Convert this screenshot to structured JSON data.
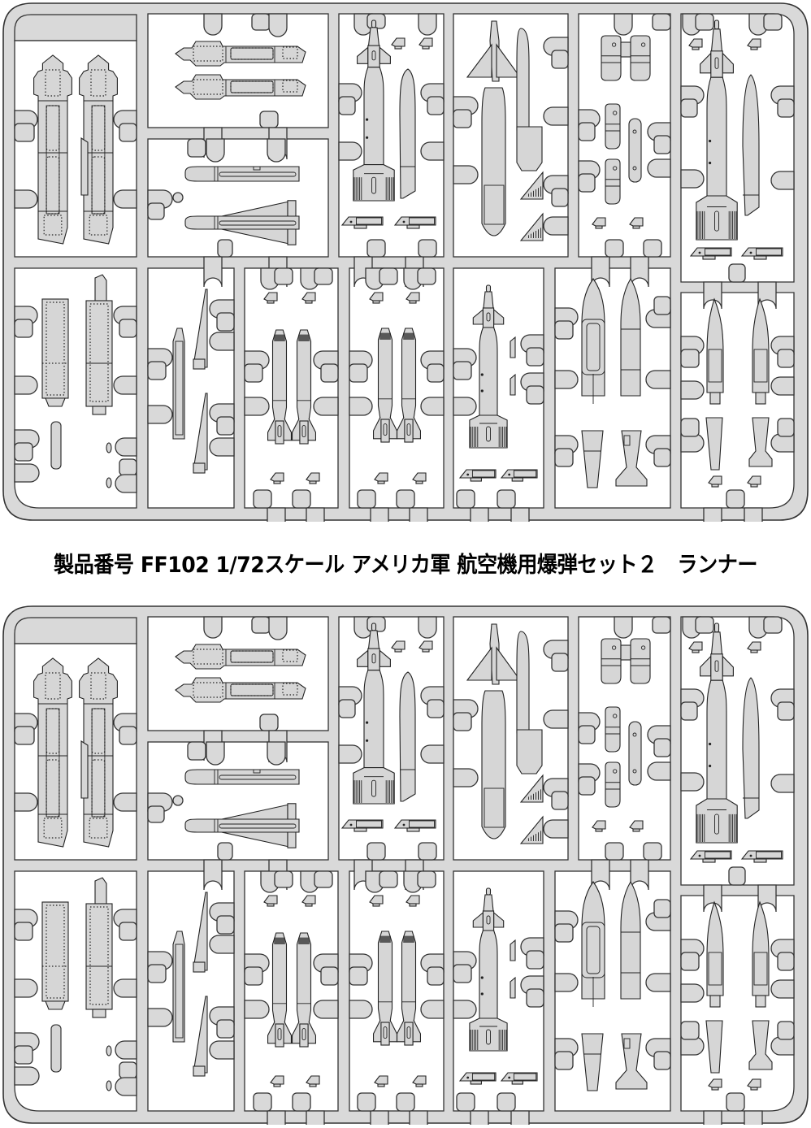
{
  "caption": {
    "text": "製品番号 FF102 1/72スケール アメリカ軍 航空機用爆弾セット２　ランナー",
    "product_code_label": "製品番号",
    "product_code": "FF102",
    "scale": "1/72",
    "title": "スケール アメリカ軍 航空機用爆弾セット２",
    "suffix": "ランナー"
  },
  "runners": [
    {
      "id": "top",
      "name": "runner-sprue-1"
    },
    {
      "id": "bottom",
      "name": "runner-sprue-2"
    }
  ],
  "colors": {
    "sprue_gray": "#d9d9d9",
    "part_gray": "#d6d6d6",
    "outline": "#222222",
    "background": "#ffffff"
  },
  "parts": [
    {
      "cell": "A",
      "name": "bomb-rack-long",
      "count": 2
    },
    {
      "cell": "B",
      "name": "bomb-pod-horizontal",
      "count": 2
    },
    {
      "cell": "C",
      "name": "missile-body-horizontal",
      "count": 2
    },
    {
      "cell": "D",
      "name": "guided-bomb-with-tail",
      "count": 1
    },
    {
      "cell": "E",
      "name": "guided-bomb-delta-wing",
      "count": 1
    },
    {
      "cell": "F",
      "name": "pylon-adapter",
      "count": 5
    },
    {
      "cell": "G",
      "name": "laser-guided-bomb-large",
      "count": 1
    },
    {
      "cell": "H",
      "name": "multiple-ejector-rack",
      "count": 2
    },
    {
      "cell": "I",
      "name": "pylon-strut",
      "count": 3
    },
    {
      "cell": "J",
      "name": "low-drag-bomb",
      "count": 2
    },
    {
      "cell": "K",
      "name": "low-drag-bomb",
      "count": 2
    },
    {
      "cell": "L",
      "name": "guided-bomb-small",
      "count": 1
    },
    {
      "cell": "M",
      "name": "penetrator-bomb",
      "count": 2
    },
    {
      "cell": "N",
      "name": "cluster-bomb",
      "count": 2
    }
  ]
}
